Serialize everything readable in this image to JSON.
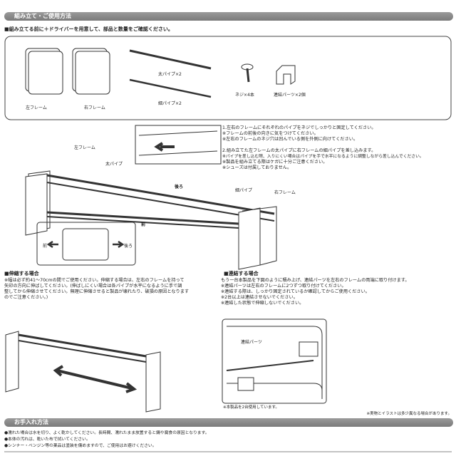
{
  "assembly": {
    "header": "組み立て・ご使用方法",
    "intro": "■組み立てる前に＋ドライバーを用意して、部品と数量をご確認ください。",
    "parts": [
      {
        "label": "左フレーム"
      },
      {
        "label": "右フレーム"
      },
      {
        "label": "太パイプ×2"
      },
      {
        "label": "細パイプ×2"
      },
      {
        "label": "ネジ×4本"
      },
      {
        "label": "連結パーツ×2個"
      }
    ],
    "diagram_labels": {
      "left_frame": "左フレーム",
      "thick_pipe": "太パイプ",
      "back": "後ろ",
      "thin_pipe": "細パイプ",
      "right_frame": "右フレーム",
      "front": "前",
      "inset_front": "前",
      "inset_back": "後ろ"
    },
    "steps": [
      "1.左右のフレームにそれぞれのパイプをネジでしっかりと固定してください。",
      "※フレームの前後の向きに気をつけてください。",
      "※左右のフレームのネジ穴は凹んでいる側を外側に向けてください。",
      "2.組み立てた左フレームの太パイプに右フレームの細パイプを差し込みます。",
      "※パイプを差し込む際、入りにくい場合はパイプを手で水平になるように調整しながら差し込んでください。",
      "※製品を組み立てる際はケガに十分ご注意ください。",
      "※シューズは付属しておりません。"
    ]
  },
  "extend": {
    "title": "■伸縮する場合",
    "lines": [
      "※幅は必ず約41～70cmの間でご使用ください。伸縮する場合は、左右のフレームを持って",
      "矢印の方向に伸ばしてください。(伸ばしにくい場合は各パイプが水平になるように手で調",
      "整してから伸縮させてください。無理に伸縮させると製品が壊れたり、破損の原因となります",
      "のでご注意ください。)"
    ]
  },
  "connect": {
    "title": "■連結する場合",
    "lines": [
      "もう一台本製品を下図のように積み上げ、連結パーツを左右のフレームの両端に取り付けます。",
      "※連結パーツは左右のフレームに2つずつ取り付けてください。",
      "※連結する際は、しっかり固定されているか確認してからご使用ください。",
      "※2台以上は連結させないでください。",
      "※連結した状態で伸縮しないでください。"
    ],
    "part_label": "連結パーツ",
    "note": "※本製品を2台使用しています。"
  },
  "disclaimer": "※実物とイラストは多少異なる場合があります。",
  "care": {
    "header": "お手入れ方法",
    "lines": [
      "●濡れた場合は水を切り、よく乾かしてください。長時間、濡れたまま放置すると錆や腐食の原因となります。",
      "●本体の汚れは、乾いた布で拭いてください。",
      "●シンナー・ベンジン等の薬品は塗装を傷めますので、ご使用はお避けください。"
    ]
  }
}
